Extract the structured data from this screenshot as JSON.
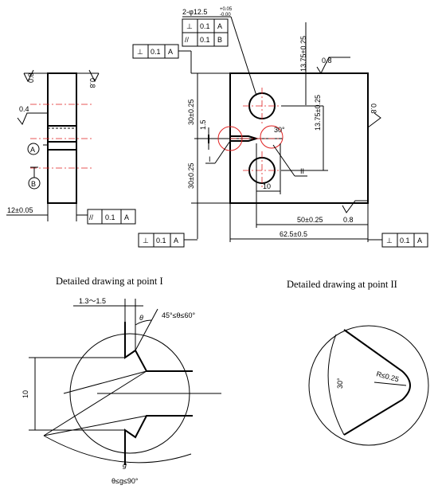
{
  "titles": {
    "detail_i": "Detailed drawing at point I",
    "detail_ii": "Detailed drawing at point II"
  },
  "hole_callout": {
    "prefix": "2-φ12.5",
    "upper_tol": "+0.05",
    "lower_tol": "-0.00"
  },
  "frames": {
    "perp_hole": {
      "sym": "⊥",
      "val": "0.1",
      "ref": "A"
    },
    "par_hole": {
      "sym": "//",
      "val": "0.1",
      "ref": "B"
    },
    "perp_top": {
      "sym": "⊥",
      "val": "0.1",
      "ref": "A"
    },
    "par_side": {
      "sym": "//",
      "val": "0.1",
      "ref": "A"
    },
    "perp_left": {
      "sym": "⊥",
      "val": "0.1",
      "ref": "A"
    },
    "perp_right": {
      "sym": "⊥",
      "val": "0.1",
      "ref": "A"
    }
  },
  "datums": {
    "a": "A",
    "b": "B"
  },
  "roughness": {
    "side_top_l": "0.8",
    "side_top_r": "0.8",
    "side_left": "0.4",
    "front_top": "0.8",
    "front_right": "0.8",
    "front_bottom": "0.8"
  },
  "dims": {
    "thickness": "12±0.05",
    "upper_30": "30±0.25",
    "lower_30": "30±0.25",
    "gap": "1.5",
    "top_13": "13.75±0.25",
    "mid_13": "13.75±0.25",
    "offset_10": "10",
    "w50": "50±0.25",
    "w62": "62.5±0.5",
    "angle_30": "30°"
  },
  "labels": {
    "point_i": "I",
    "point_ii": "II"
  },
  "detail_i": {
    "dim_width": "1.3～1.5",
    "theta": "θ",
    "theta_range": "45°≤θ≤60°",
    "dim_10": "10",
    "g": "g",
    "g_range": "θ≤g≤90°"
  },
  "detail_ii": {
    "angle": "30°",
    "radius": "R≤0.25"
  }
}
